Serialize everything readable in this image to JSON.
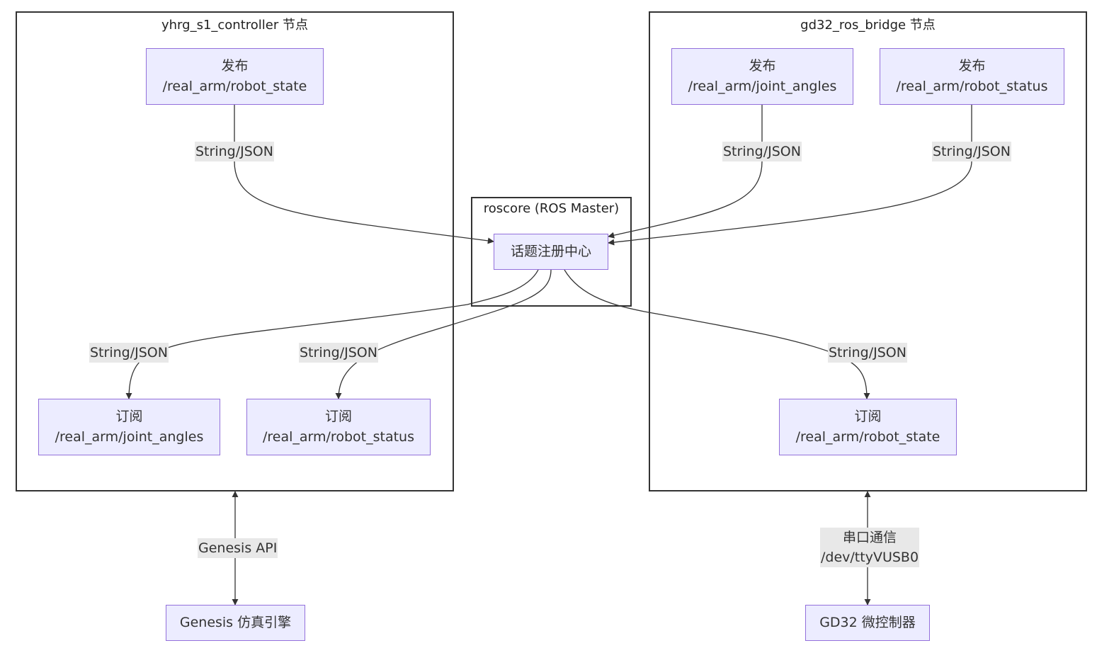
{
  "groups": {
    "controller": {
      "title": "yhrg_s1_controller 节点"
    },
    "bridge": {
      "title": "gd32_ros_bridge 节点"
    },
    "master": {
      "title": "roscore (ROS Master)"
    }
  },
  "nodes": {
    "ctrl_pub_state": {
      "line1": "发布",
      "line2": "/real_arm/robot_state"
    },
    "ctrl_sub_angles": {
      "line1": "订阅",
      "line2": "/real_arm/joint_angles"
    },
    "ctrl_sub_status": {
      "line1": "订阅",
      "line2": "/real_arm/robot_status"
    },
    "bridge_pub_angles": {
      "line1": "发布",
      "line2": "/real_arm/joint_angles"
    },
    "bridge_pub_status": {
      "line1": "发布",
      "line2": "/real_arm/robot_status"
    },
    "bridge_sub_state": {
      "line1": "订阅",
      "line2": "/real_arm/robot_state"
    },
    "registry": {
      "label": "话题注册中心"
    },
    "genesis": {
      "label": "Genesis 仿真引擎"
    },
    "gd32": {
      "label": "GD32 微控制器"
    }
  },
  "edges": {
    "msg_type": "String/JSON",
    "genesis_api": "Genesis API",
    "serial_line1": "串口通信",
    "serial_line2": "/dev/ttyVUSB0"
  },
  "colors": {
    "node_fill": "#ECECFF",
    "node_border": "#9370DB",
    "edge_line": "#333333",
    "label_bg": "#e8e8e8"
  }
}
